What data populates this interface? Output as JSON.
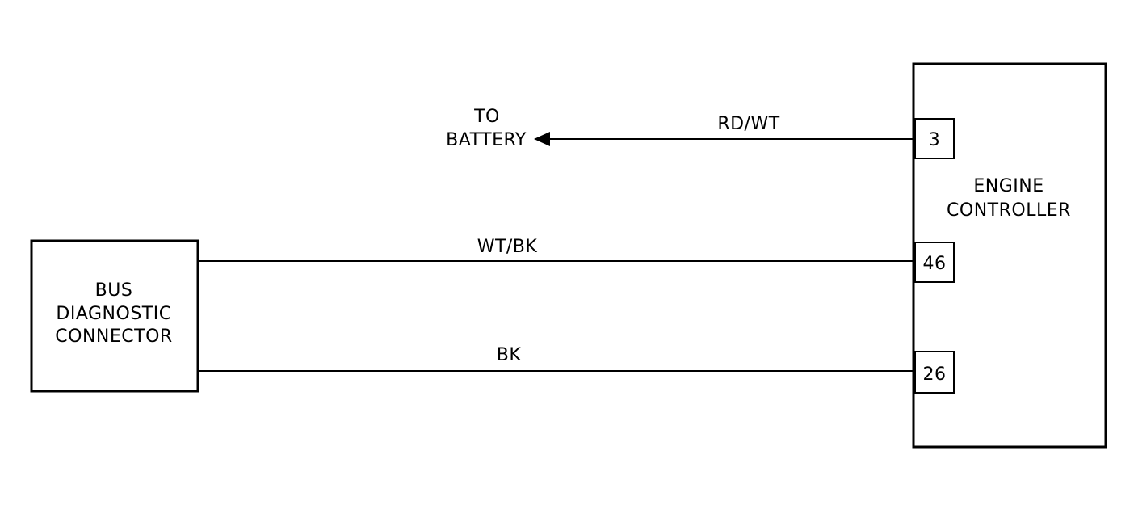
{
  "colors": {
    "line": "#000000",
    "background": "#ffffff"
  },
  "battery": {
    "label_line1": "TO",
    "label_line2": "BATTERY"
  },
  "engine_controller": {
    "label_line1": "ENGINE",
    "label_line2": "CONTROLLER",
    "pins": {
      "rd_wt": "3",
      "wt_bk": "46",
      "bk": "26"
    }
  },
  "bus_connector": {
    "label_line1": "BUS",
    "label_line2": "DIAGNOSTIC",
    "label_line3": "CONNECTOR"
  },
  "wires": {
    "rd_wt": "RD/WT",
    "wt_bk": "WT/BK",
    "bk": "BK"
  }
}
